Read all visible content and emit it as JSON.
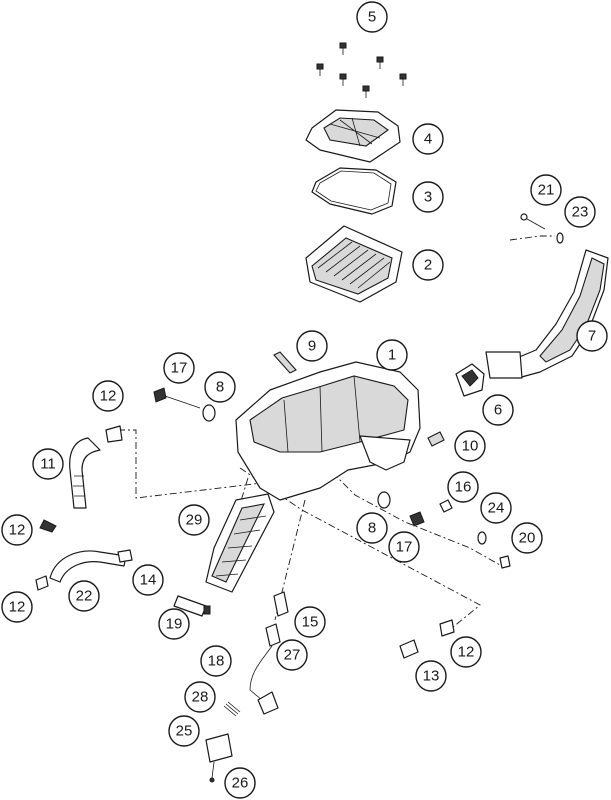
{
  "callouts": [
    "5",
    "4",
    "3",
    "2",
    "21",
    "23",
    "7",
    "9",
    "1",
    "17",
    "8",
    "12",
    "6",
    "10",
    "11",
    "16",
    "24",
    "20",
    "12",
    "29",
    "8",
    "17",
    "14",
    "22",
    "12",
    "19",
    "15",
    "27",
    "18",
    "12",
    "13",
    "28",
    "25",
    "26"
  ]
}
